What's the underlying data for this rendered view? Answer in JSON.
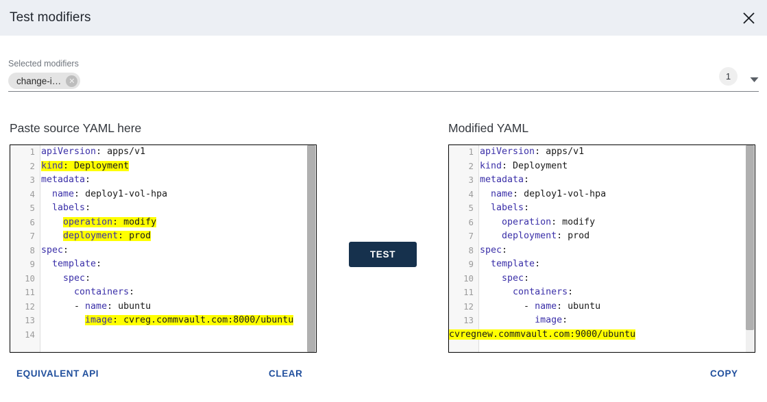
{
  "dialog": {
    "title": "Test modifiers",
    "close_icon": "close-icon"
  },
  "modifiers": {
    "label": "Selected modifiers",
    "chips": [
      {
        "label": "change-i…",
        "remove_icon": "close-circle-icon"
      }
    ],
    "count": "1",
    "caret_icon": "chevron-down-icon"
  },
  "left_panel": {
    "heading": "Paste source YAML here",
    "line_numbers": [
      "1",
      "2",
      "3",
      "4",
      "5",
      "6",
      "7",
      "8",
      "9",
      "10",
      "11",
      "12",
      "13",
      "14"
    ],
    "lines": [
      {
        "n": "1",
        "text": "apiVersion: apps/v1",
        "key": "apiVersion",
        "value": " apps/v1",
        "indent": "",
        "highlight": false
      },
      {
        "n": "2",
        "text": "kind: Deployment",
        "key": "kind",
        "value": " Deployment",
        "indent": "",
        "highlight": true
      },
      {
        "n": "3",
        "text": "metadata:",
        "key": "metadata",
        "value": "",
        "indent": "",
        "highlight": false
      },
      {
        "n": "4",
        "text": "  name: deploy1-vol-hpa",
        "key": "name",
        "value": " deploy1-vol-hpa",
        "indent": "  ",
        "highlight": false
      },
      {
        "n": "5",
        "text": "  labels:",
        "key": "labels",
        "value": "",
        "indent": "  ",
        "highlight": false
      },
      {
        "n": "6",
        "text": "    operation: modify",
        "key": "operation",
        "value": " modify",
        "indent": "    ",
        "highlight": true
      },
      {
        "n": "7",
        "text": "    deployment: prod",
        "key": "deployment",
        "value": " prod",
        "indent": "    ",
        "highlight": true
      },
      {
        "n": "8",
        "text": "spec:",
        "key": "spec",
        "value": "",
        "indent": "",
        "highlight": false
      },
      {
        "n": "9",
        "text": "  template:",
        "key": "template",
        "value": "",
        "indent": "  ",
        "highlight": false
      },
      {
        "n": "10",
        "text": "    spec:",
        "key": "spec",
        "value": "",
        "indent": "    ",
        "highlight": false
      },
      {
        "n": "11",
        "text": "      containers:",
        "key": "containers",
        "value": "",
        "indent": "      ",
        "highlight": false
      },
      {
        "n": "12",
        "text": "      - name: ubuntu",
        "key": "name",
        "value": " ubuntu",
        "indent": "      - ",
        "highlight": false
      },
      {
        "n": "13",
        "text": "        image: cvreg.commvault.com:8000/ubuntu",
        "key": "image",
        "value": " cvreg.commvault.com:8000/ubuntu",
        "indent": "        ",
        "highlight": true
      },
      {
        "n": "14",
        "text": "",
        "key": "",
        "value": "",
        "indent": "",
        "highlight": false
      }
    ]
  },
  "right_panel": {
    "heading": "Modified YAML",
    "line_numbers": [
      "1",
      "2",
      "3",
      "4",
      "5",
      "6",
      "7",
      "8",
      "9",
      "10",
      "11",
      "12",
      "13"
    ],
    "lines": [
      {
        "n": "1",
        "text": "apiVersion: apps/v1",
        "key": "apiVersion",
        "value": " apps/v1",
        "indent": "",
        "highlight": false
      },
      {
        "n": "2",
        "text": "kind: Deployment",
        "key": "kind",
        "value": " Deployment",
        "indent": "",
        "highlight": false
      },
      {
        "n": "3",
        "text": "metadata:",
        "key": "metadata",
        "value": "",
        "indent": "",
        "highlight": false
      },
      {
        "n": "4",
        "text": "  name: deploy1-vol-hpa",
        "key": "name",
        "value": " deploy1-vol-hpa",
        "indent": "  ",
        "highlight": false
      },
      {
        "n": "5",
        "text": "  labels:",
        "key": "labels",
        "value": "",
        "indent": "  ",
        "highlight": false
      },
      {
        "n": "6",
        "text": "    operation: modify",
        "key": "operation",
        "value": " modify",
        "indent": "    ",
        "highlight": false
      },
      {
        "n": "7",
        "text": "    deployment: prod",
        "key": "deployment",
        "value": " prod",
        "indent": "    ",
        "highlight": false
      },
      {
        "n": "8",
        "text": "spec:",
        "key": "spec",
        "value": "",
        "indent": "",
        "highlight": false
      },
      {
        "n": "9",
        "text": "  template:",
        "key": "template",
        "value": "",
        "indent": "  ",
        "highlight": false
      },
      {
        "n": "10",
        "text": "    spec:",
        "key": "spec",
        "value": "",
        "indent": "    ",
        "highlight": false
      },
      {
        "n": "11",
        "text": "      containers:",
        "key": "containers",
        "value": "",
        "indent": "      ",
        "highlight": false
      },
      {
        "n": "12",
        "text": "        - name: ubuntu",
        "key": "name",
        "value": " ubuntu",
        "indent": "        - ",
        "highlight": false
      },
      {
        "n": "13",
        "text": "          image:",
        "key": "image",
        "value": "",
        "indent": "          ",
        "highlight": false
      }
    ],
    "wrapped_value": "cvregnew.commvault.com:9000/ubuntu"
  },
  "test_button": {
    "label": "TEST"
  },
  "footer": {
    "equivalent_api": "EQUIVALENT API",
    "clear": "CLEAR",
    "copy": "COPY"
  },
  "colors": {
    "header_bg": "#eceff4",
    "accent_button": "#16314d",
    "link": "#1f4e9c",
    "highlight": "#ffff00",
    "yaml_key": "#3a2fa8"
  }
}
